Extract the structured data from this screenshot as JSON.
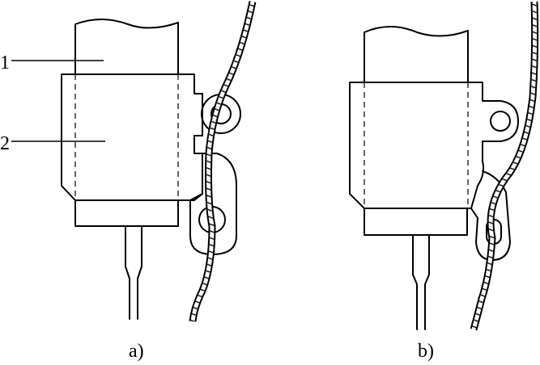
{
  "part_labels": {
    "one": "1",
    "two": "2"
  },
  "captions": {
    "a": "a)",
    "b": "b)"
  }
}
